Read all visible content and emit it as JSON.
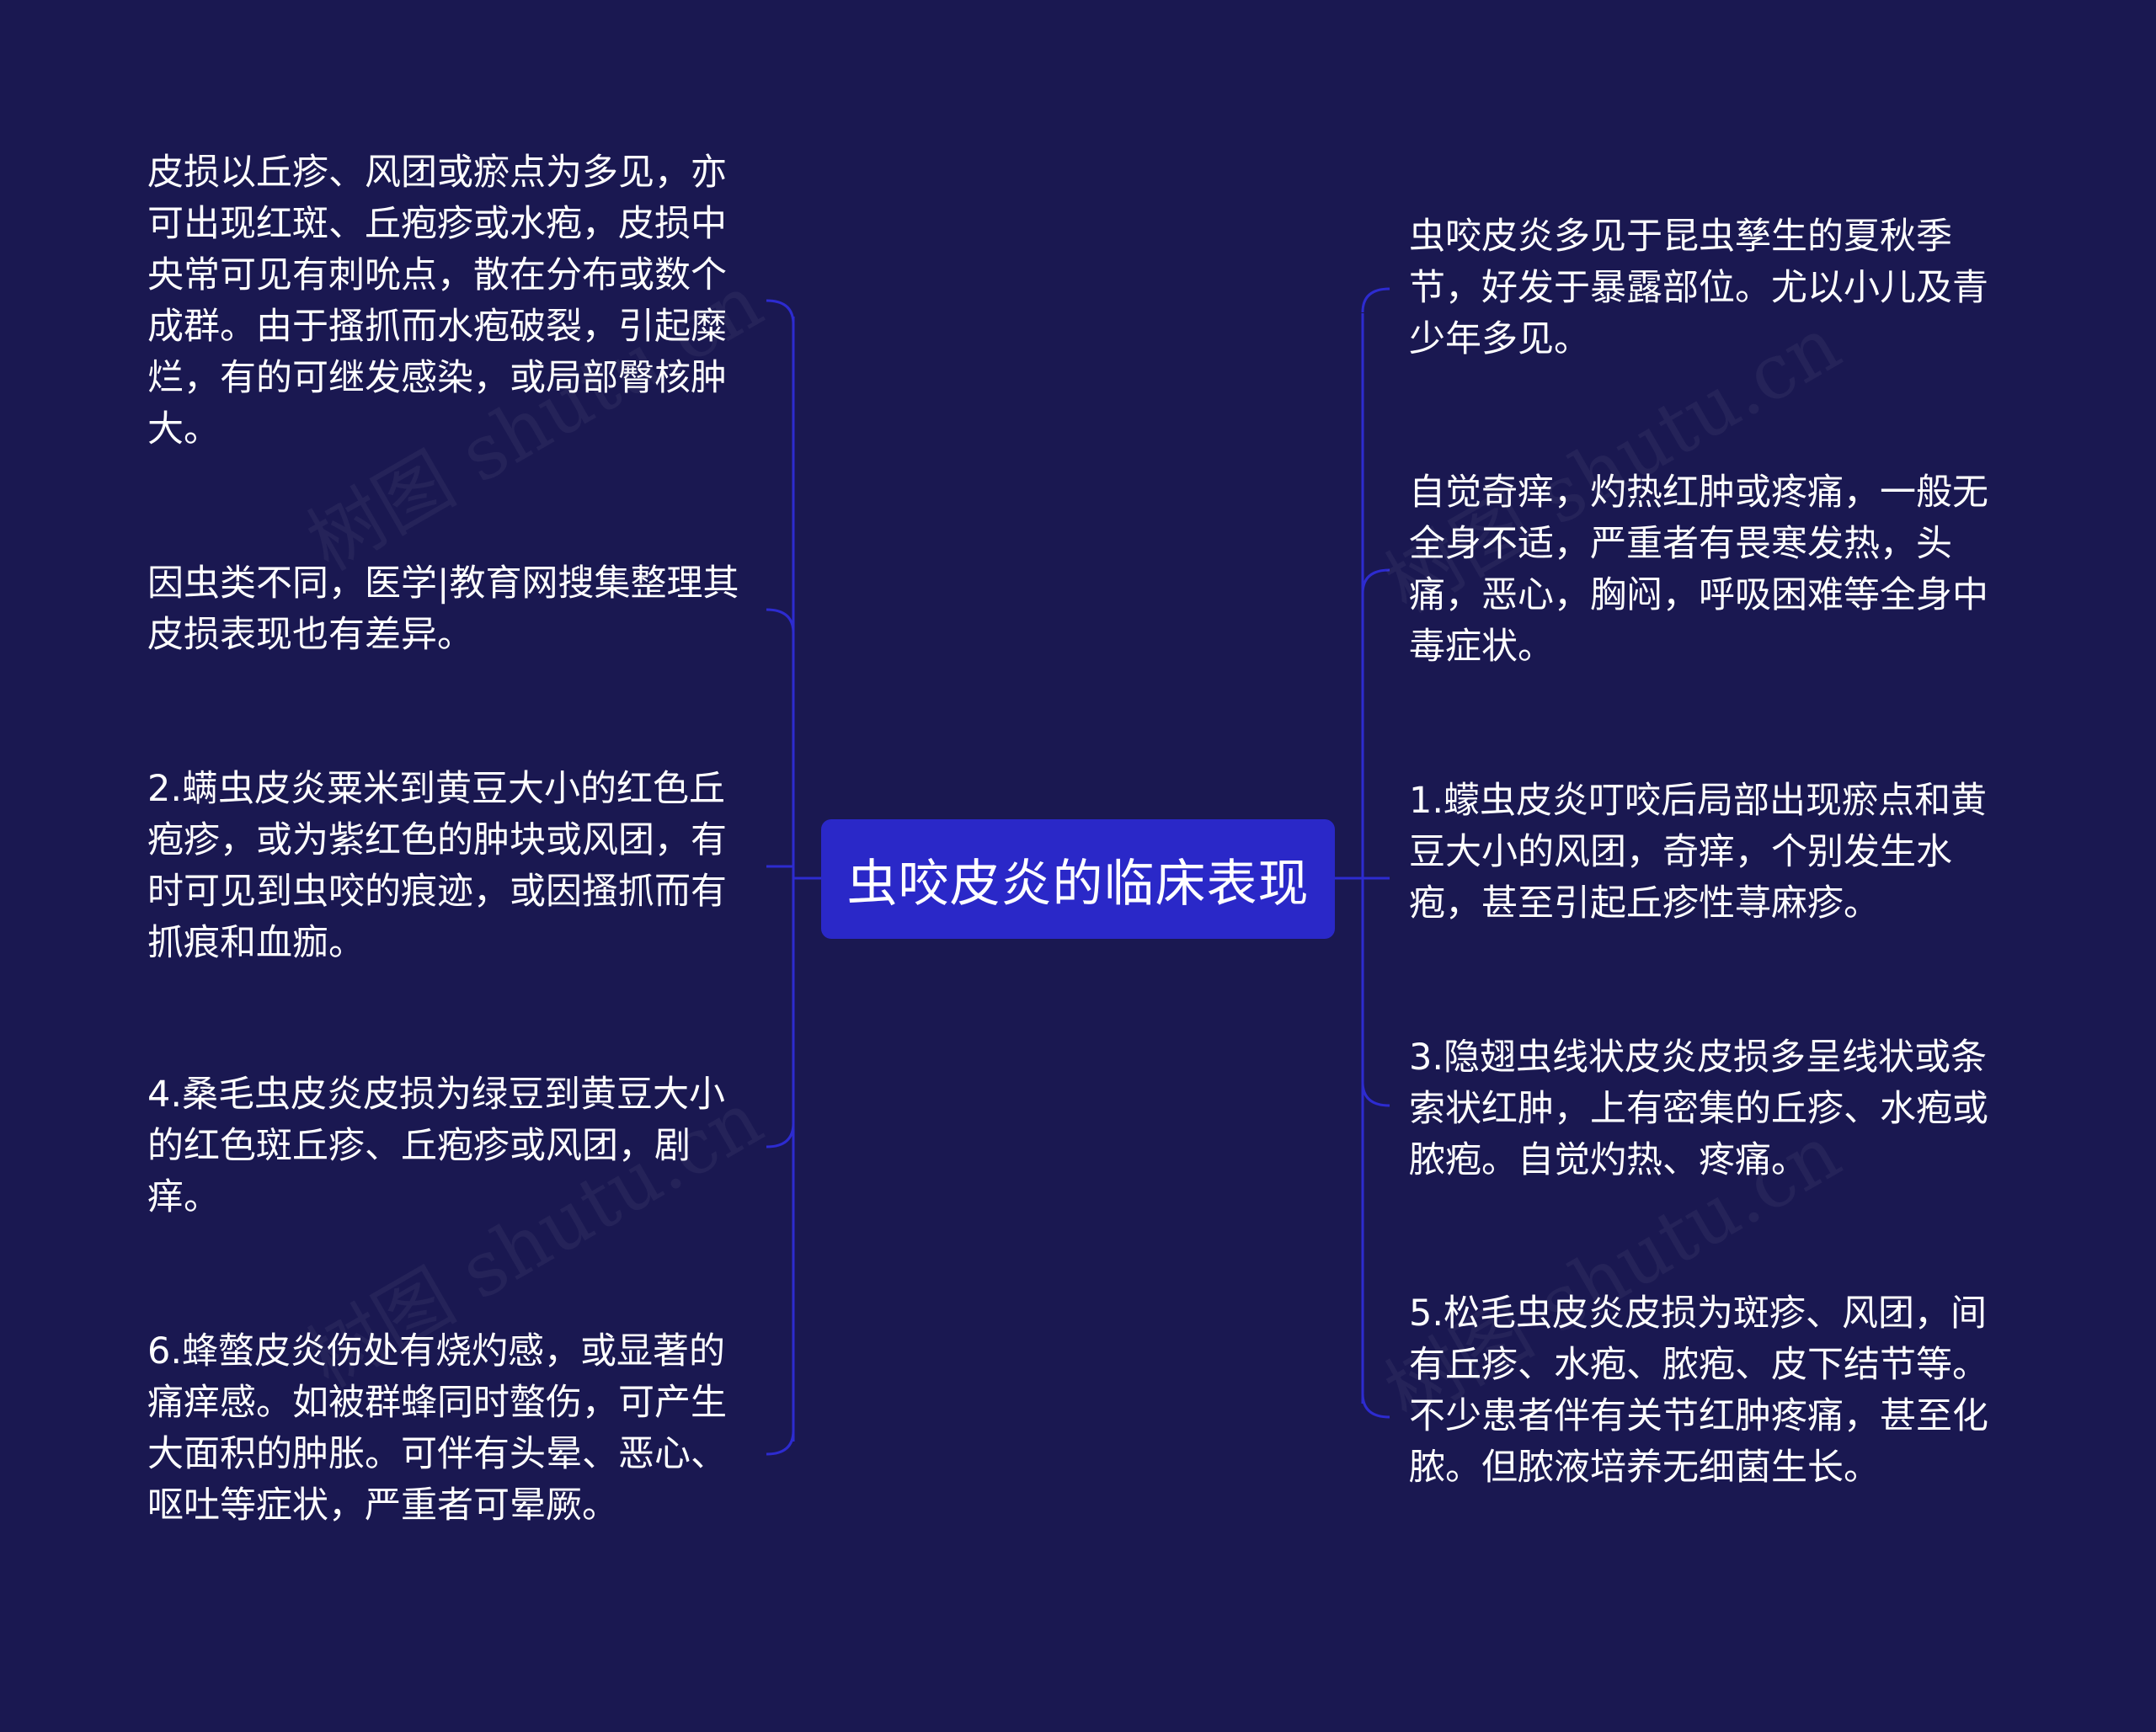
{
  "center": {
    "title": "虫咬皮炎的临床表现"
  },
  "left_nodes": [
    {
      "text": "皮损以丘疹、风团或瘀点为多见，亦可出现红斑、丘疱疹或水疱，皮损中央常可见有刺吮点，散在分布或数个成群。由于搔抓而水疱破裂，引起糜烂，有的可继发感染，或局部臀核肿大。"
    },
    {
      "text": "因虫类不同，医学|教育网搜集整理其皮损表现也有差异。"
    },
    {
      "text": "2.螨虫皮炎粟米到黄豆大小的红色丘疱疹，或为紫红色的肿块或风团，有时可见到虫咬的痕迹，或因搔抓而有抓痕和血痂。"
    },
    {
      "text": "4.桑毛虫皮炎皮损为绿豆到黄豆大小的红色斑丘疹、丘疱疹或风团，剧痒。"
    },
    {
      "text": "6.蜂螫皮炎伤处有烧灼感，或显著的痛痒感。如被群蜂同时螫伤，可产生大面积的肿胀。可伴有头晕、恶心、呕吐等症状，严重者可晕厥。"
    }
  ],
  "right_nodes": [
    {
      "text": "虫咬皮炎多见于昆虫孳生的夏秋季节，好发于暴露部位。尤以小儿及青少年多见。"
    },
    {
      "text": "自觉奇痒，灼热红肿或疼痛，一般无全身不适，严重者有畏寒发热，头痛，恶心，胸闷，呼吸困难等全身中毒症状。"
    },
    {
      "text": "1.蠓虫皮炎叮咬后局部出现瘀点和黄豆大小的风团，奇痒，个别发生水疱，甚至引起丘疹性荨麻疹。"
    },
    {
      "text": "3.隐翅虫线状皮炎皮损多呈线状或条索状红肿，上有密集的丘疹、水疱或脓疱。自觉灼热、疼痛。"
    },
    {
      "text": "5.松毛虫皮炎皮损为斑疹、风团，间有丘疹、水疱、脓疱、皮下结节等。不少患者伴有关节红肿疼痛，甚至化脓。但脓液培养无细菌生长。"
    }
  ],
  "watermark": "树图 shutu.cn",
  "colors": {
    "background": "#1a1851",
    "center_fill": "#2a28c8",
    "link": "#2d2bd0",
    "text": "#ffffff"
  }
}
